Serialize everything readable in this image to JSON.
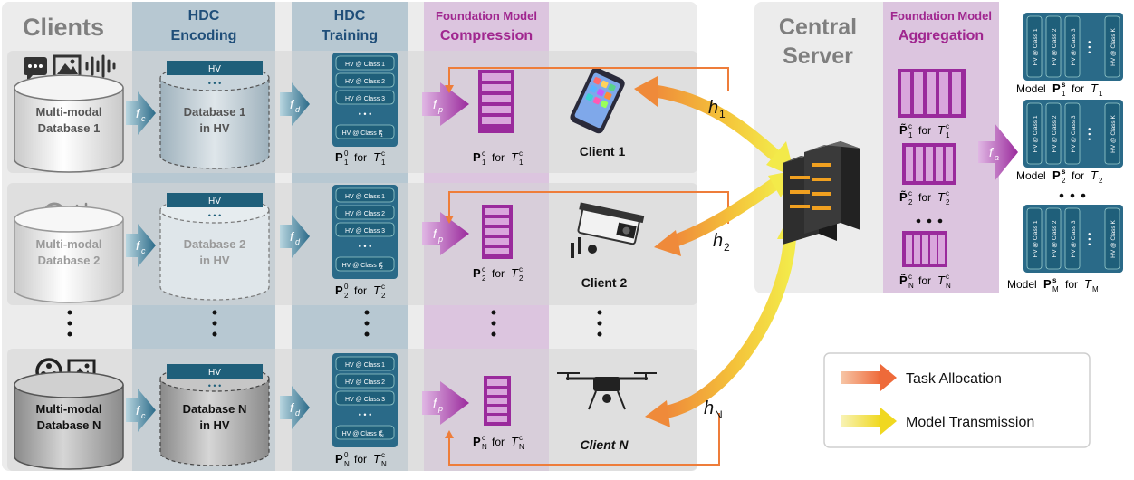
{
  "columns": {
    "clients": "Clients",
    "hdc_encoding_l1": "HDC",
    "hdc_encoding_l2": "Encoding",
    "hdc_training_l1": "HDC",
    "hdc_training_l2": "Training",
    "fm_compression_l1": "Foundation Model",
    "fm_compression_l2": "Compression",
    "central_server_l1": "Central",
    "central_server_l2": "Server",
    "fm_aggregation_l1": "Foundation Model",
    "fm_aggregation_l2": "Aggregation"
  },
  "functions": {
    "fc": "f",
    "fc_sub": "c",
    "fd": "f",
    "fd_sub": "d",
    "fp": "f",
    "fp_sub": "p",
    "fa": "f",
    "fa_sub": "a"
  },
  "rows": [
    {
      "db_l1": "Multi-modal",
      "db_l2": "Database 1",
      "hv_db_l1": "Database 1",
      "hv_db_l2": "in HV",
      "hv_bar": "HV",
      "dots": "• • •",
      "classes": [
        "HV @ Class 1",
        "HV @ Class 2",
        "HV @ Class 3",
        "HV @ Class K"
      ],
      "class_k_sup": "c",
      "class_k_sub": "1",
      "p0_label": "P",
      "p0_sup": "0",
      "p0_sub": "1",
      "for_word": "for",
      "t_label": "T",
      "t_sup": "c",
      "t_sub": "1",
      "pc_label": "P",
      "pc_sup": "c",
      "pc_sub": "1",
      "client": "Client 1",
      "h": "h",
      "h_sub": "1"
    },
    {
      "db_l1": "Multi-modal",
      "db_l2": "Database 2",
      "hv_db_l1": "Database 2",
      "hv_db_l2": "in HV",
      "hv_bar": "HV",
      "dots": "• • •",
      "classes": [
        "HV @ Class 1",
        "HV @ Class 2",
        "HV @ Class 3",
        "HV @ Class K"
      ],
      "class_k_sup": "c",
      "class_k_sub": "2",
      "p0_label": "P",
      "p0_sup": "0",
      "p0_sub": "2",
      "for_word": "for",
      "t_label": "T",
      "t_sup": "c",
      "t_sub": "2",
      "pc_label": "P",
      "pc_sup": "c",
      "pc_sub": "2",
      "client": "Client 2",
      "h": "h",
      "h_sub": "2"
    },
    {
      "db_l1": "Multi-modal",
      "db_l2": "Database N",
      "hv_db_l1": "Database N",
      "hv_db_l2": "in HV",
      "hv_bar": "HV",
      "dots": "• • •",
      "classes": [
        "HV @ Class 1",
        "HV @ Class 2",
        "HV @ Class 3",
        "HV @ Class K"
      ],
      "class_k_sup": "c",
      "class_k_sub": "N",
      "p0_label": "P",
      "p0_sup": "0",
      "p0_sub": "N",
      "for_word": "for",
      "t_label": "T",
      "t_sup": "c",
      "t_sub": "N",
      "pc_label": "P",
      "pc_sup": "c",
      "pc_sub": "N",
      "client": "Client N",
      "h": "h",
      "h_sub": "N"
    }
  ],
  "aggregation": [
    {
      "p": "P̃",
      "sup": "c",
      "sub": "1",
      "for_word": "for",
      "t": "T",
      "tsup": "c",
      "tsub": "1"
    },
    {
      "p": "P̃",
      "sup": "c",
      "sub": "2",
      "for_word": "for",
      "t": "T",
      "tsup": "c",
      "tsub": "2"
    },
    {
      "p": "P̃",
      "sup": "c",
      "sub": "N",
      "for_word": "for",
      "t": "T",
      "tsup": "c",
      "tsub": "N"
    }
  ],
  "server_models": [
    {
      "model": "Model",
      "p": "P",
      "sup": "s",
      "sub": "1",
      "for_word": "for",
      "t": "T",
      "tsub": "1",
      "classes": [
        "HV @ Class 1",
        "HV @ Class 2",
        "HV @ Class 3",
        "HV @ Class K",
        "1"
      ]
    },
    {
      "model": "Model",
      "p": "P",
      "sup": "s",
      "sub": "2",
      "for_word": "for",
      "t": "T",
      "tsub": "2",
      "classes": [
        "HV @ Class 1",
        "HV @ Class 2",
        "HV @ Class 3",
        "HV @ Class K",
        "2"
      ]
    },
    {
      "model": "Model",
      "p": "P",
      "sup": "s",
      "sub": "M",
      "for_word": "for",
      "t": "T",
      "tsub": "M",
      "classes": [
        "HV @ Class 1",
        "HV @ Class 2",
        "HV @ Class 3",
        "HV @ Class K",
        "M"
      ]
    }
  ],
  "legend": {
    "task_allocation": "Task Allocation",
    "model_transmission": "Model Transmission"
  },
  "vdots": "•",
  "colors": {
    "encoding_band": "#a9bcc8",
    "fm_band": "#d9c0dc",
    "row_band": "#e3e3e3",
    "teal": "#1f5f7a",
    "magenta": "#8a2a8c",
    "orange": "#ee7d3a",
    "yellow": "#f0e030"
  }
}
